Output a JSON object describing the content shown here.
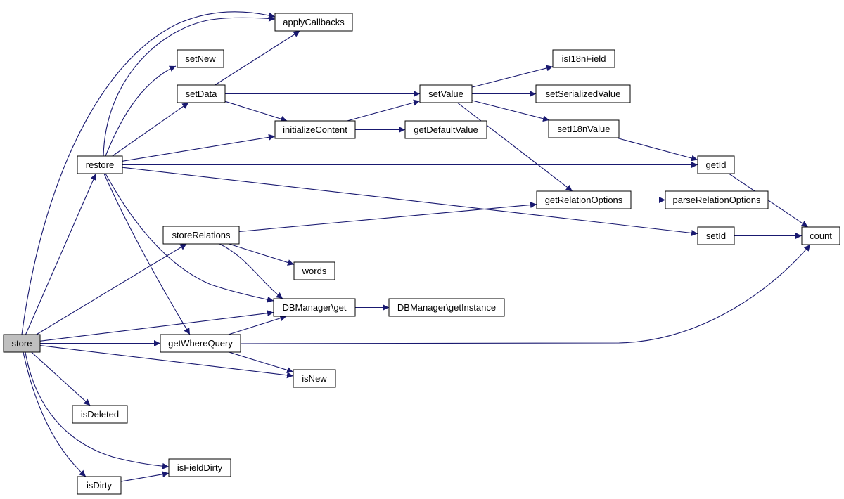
{
  "colors": {
    "edge": "#191970",
    "node_border": "#000000",
    "root_fill": "#bfbfbf",
    "node_fill": "#ffffff"
  },
  "nodes": {
    "store": {
      "label": "store",
      "highlighted": true
    },
    "restore": {
      "label": "restore"
    },
    "applyCallbacks": {
      "label": "applyCallbacks"
    },
    "setNew": {
      "label": "setNew"
    },
    "setData": {
      "label": "setData"
    },
    "initializeContent": {
      "label": "initializeContent"
    },
    "setValue": {
      "label": "setValue"
    },
    "isI18nField": {
      "label": "isI18nField"
    },
    "setSerializedValue": {
      "label": "setSerializedValue"
    },
    "setI18nValue": {
      "label": "setI18nValue"
    },
    "getDefaultValue": {
      "label": "getDefaultValue"
    },
    "getId": {
      "label": "getId"
    },
    "getRelationOptions": {
      "label": "getRelationOptions"
    },
    "parseRelationOptions": {
      "label": "parseRelationOptions"
    },
    "storeRelations": {
      "label": "storeRelations"
    },
    "setId": {
      "label": "setId"
    },
    "count": {
      "label": "count"
    },
    "words": {
      "label": "words"
    },
    "dbGet": {
      "label": "DBManager\\get"
    },
    "dbGetInstance": {
      "label": "DBManager\\getInstance"
    },
    "getWhereQuery": {
      "label": "getWhereQuery"
    },
    "isNew": {
      "label": "isNew"
    },
    "isDeleted": {
      "label": "isDeleted"
    },
    "isFieldDirty": {
      "label": "isFieldDirty"
    },
    "isDirty": {
      "label": "isDirty"
    }
  },
  "edges": [
    [
      "store",
      "applyCallbacks"
    ],
    [
      "store",
      "restore"
    ],
    [
      "store",
      "storeRelations"
    ],
    [
      "store",
      "dbGet"
    ],
    [
      "store",
      "getWhereQuery"
    ],
    [
      "store",
      "isNew"
    ],
    [
      "store",
      "isDeleted"
    ],
    [
      "store",
      "isFieldDirty"
    ],
    [
      "store",
      "isDirty"
    ],
    [
      "restore",
      "applyCallbacks"
    ],
    [
      "restore",
      "setNew"
    ],
    [
      "restore",
      "setData"
    ],
    [
      "restore",
      "initializeContent"
    ],
    [
      "restore",
      "getId"
    ],
    [
      "restore",
      "setId"
    ],
    [
      "restore",
      "dbGet"
    ],
    [
      "restore",
      "getWhereQuery"
    ],
    [
      "setData",
      "applyCallbacks"
    ],
    [
      "setData",
      "setValue"
    ],
    [
      "setData",
      "initializeContent"
    ],
    [
      "initializeContent",
      "setValue"
    ],
    [
      "initializeContent",
      "getDefaultValue"
    ],
    [
      "setValue",
      "isI18nField"
    ],
    [
      "setValue",
      "setSerializedValue"
    ],
    [
      "setValue",
      "setI18nValue"
    ],
    [
      "setValue",
      "getRelationOptions"
    ],
    [
      "setI18nValue",
      "getId"
    ],
    [
      "getId",
      "count"
    ],
    [
      "getRelationOptions",
      "parseRelationOptions"
    ],
    [
      "storeRelations",
      "getRelationOptions"
    ],
    [
      "storeRelations",
      "words"
    ],
    [
      "storeRelations",
      "dbGet"
    ],
    [
      "setId",
      "count"
    ],
    [
      "dbGet",
      "dbGetInstance"
    ],
    [
      "getWhereQuery",
      "dbGet"
    ],
    [
      "getWhereQuery",
      "count"
    ],
    [
      "getWhereQuery",
      "isNew"
    ],
    [
      "isDirty",
      "isFieldDirty"
    ]
  ]
}
